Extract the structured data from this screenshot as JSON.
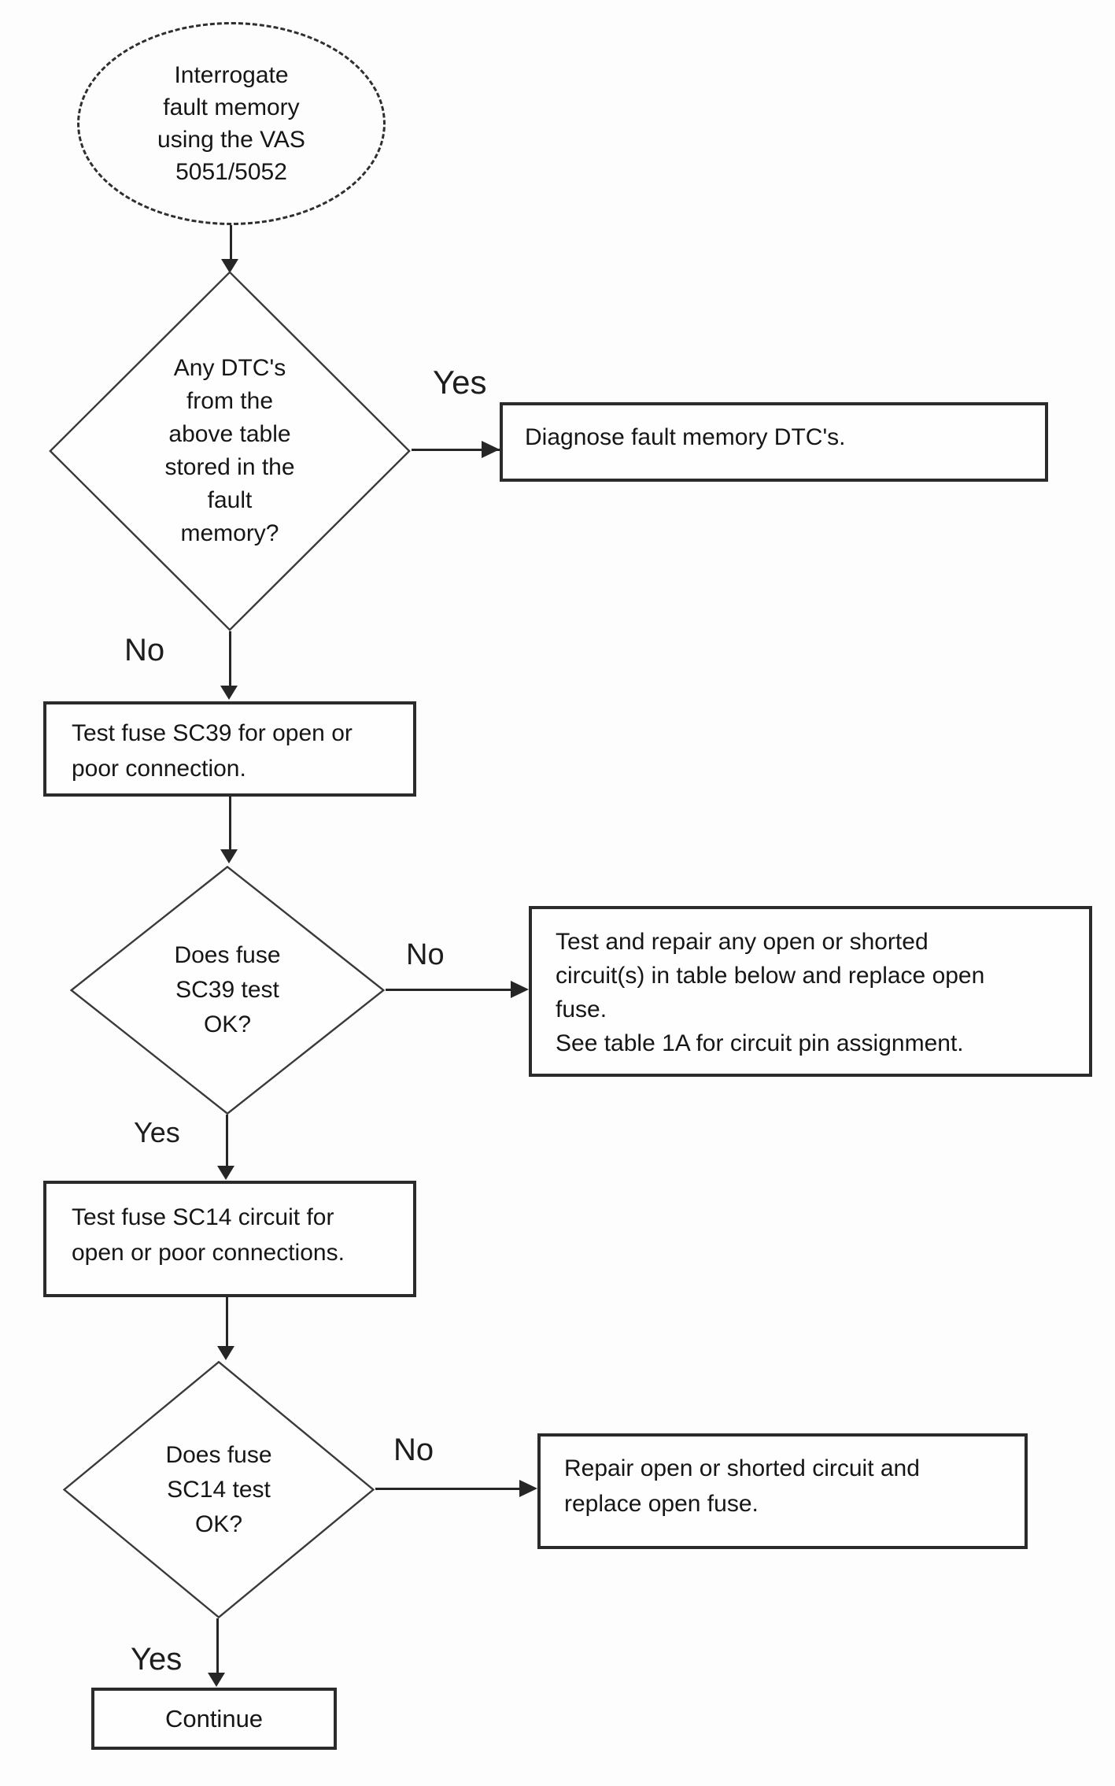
{
  "diagram": {
    "type": "flowchart",
    "nodes": {
      "start": {
        "shape": "ellipse",
        "text": "Interrogate\nfault memory\nusing the VAS\n5051/5052"
      },
      "decision_dtc": {
        "shape": "diamond",
        "text": "Any DTC's\nfrom the\nabove table\nstored in the\nfault\nmemory?"
      },
      "diagnose_dtc": {
        "shape": "rect",
        "text": "Diagnose fault memory DTC's."
      },
      "test_sc39": {
        "shape": "rect",
        "text": "Test fuse SC39 for open or\npoor connection."
      },
      "decision_sc39": {
        "shape": "diamond",
        "text": "Does fuse\nSC39 test\nOK?"
      },
      "repair_circuits": {
        "shape": "rect",
        "text": "Test and repair any open or shorted\ncircuit(s) in table below and replace open\nfuse.\nSee table 1A for circuit pin assignment."
      },
      "test_sc14": {
        "shape": "rect",
        "text": "Test fuse SC14 circuit for\nopen or poor connections."
      },
      "decision_sc14": {
        "shape": "diamond",
        "text": "Does fuse\nSC14 test\nOK?"
      },
      "repair_sc14": {
        "shape": "rect",
        "text": "Repair open or shorted circuit and\nreplace open fuse."
      },
      "continue": {
        "shape": "rect",
        "text": "Continue"
      }
    },
    "edge_labels": {
      "dtc_yes": "Yes",
      "dtc_no": "No",
      "sc39_no": "No",
      "sc39_yes": "Yes",
      "sc14_no": "No",
      "sc14_yes": "Yes"
    },
    "colors": {
      "background": "#fdfdfd",
      "stroke": "#2b2b2b",
      "text": "#161616"
    }
  }
}
